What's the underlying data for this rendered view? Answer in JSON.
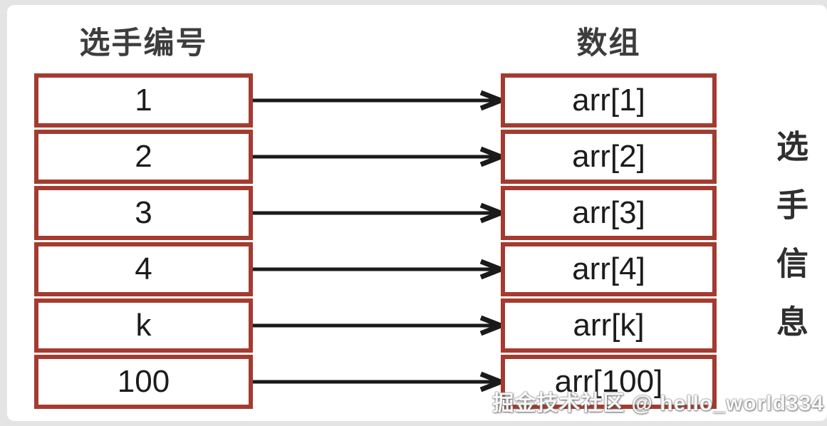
{
  "colors": {
    "box_border": "#a43b30",
    "arrow": "#1a1a1a",
    "title_text": "#3d3d3d",
    "cell_text": "#1c1c1c",
    "page_margin_background": "#e4e4e4",
    "card_background": "#ffffff"
  },
  "left_column": {
    "title": "选手编号",
    "cells": [
      "1",
      "2",
      "3",
      "4",
      "k",
      "100"
    ]
  },
  "right_column": {
    "title": "数组",
    "cells": [
      "arr[1]",
      "arr[2]",
      "arr[3]",
      "arr[4]",
      "arr[k]",
      "arr[100]"
    ]
  },
  "side_label": {
    "text": "选手信息"
  },
  "watermark": {
    "text": "掘金技术社区 @ hello_world334"
  }
}
